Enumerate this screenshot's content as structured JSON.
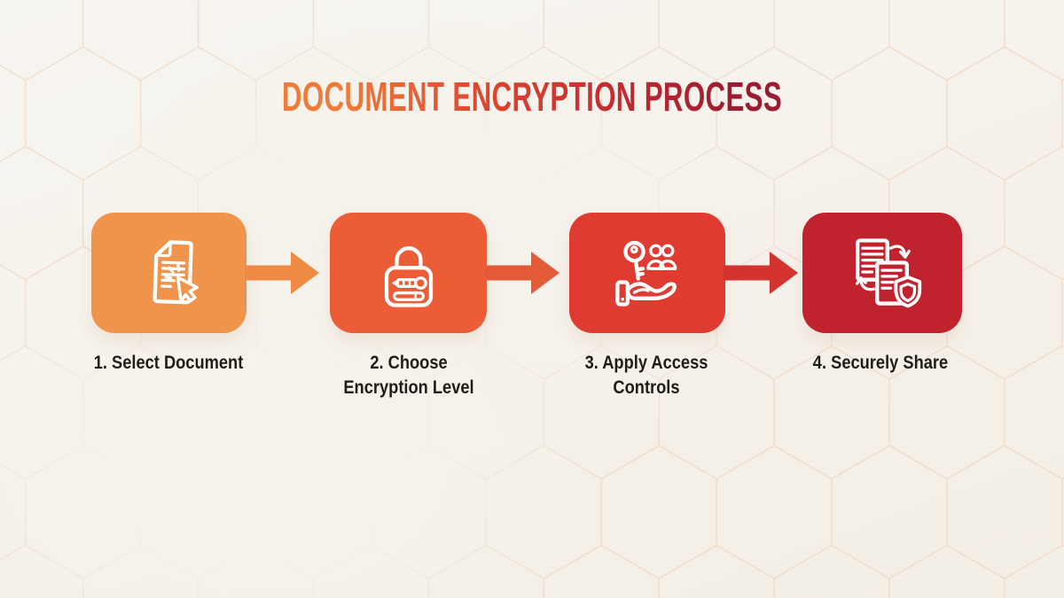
{
  "title": "DOCUMENT ENCRYPTION PROCESS",
  "colors": {
    "background": "#F5F1EA",
    "hexagon_stroke": "#EECDB2",
    "title_gradient_start": "#EE7B3A",
    "title_gradient_mid": "#D23A2E",
    "title_gradient_end": "#9B1C32",
    "label_text": "#201D19"
  },
  "steps": [
    {
      "label": "1. Select Document",
      "box_color": "#F0934B",
      "icon": "document-cursor-icon"
    },
    {
      "label": "2. Choose\nEncryption Level",
      "box_color": "#EB5C37",
      "icon": "padlock-icon"
    },
    {
      "label": "3. Apply Access\nControls",
      "box_color": "#DF3B30",
      "icon": "hand-key-access-icon"
    },
    {
      "label": "4. Securely Share",
      "box_color": "#C0232E",
      "icon": "share-shield-icon"
    }
  ],
  "arrows": [
    {
      "color": "#EE8A44"
    },
    {
      "color": "#E45A36"
    },
    {
      "color": "#D43430"
    }
  ]
}
